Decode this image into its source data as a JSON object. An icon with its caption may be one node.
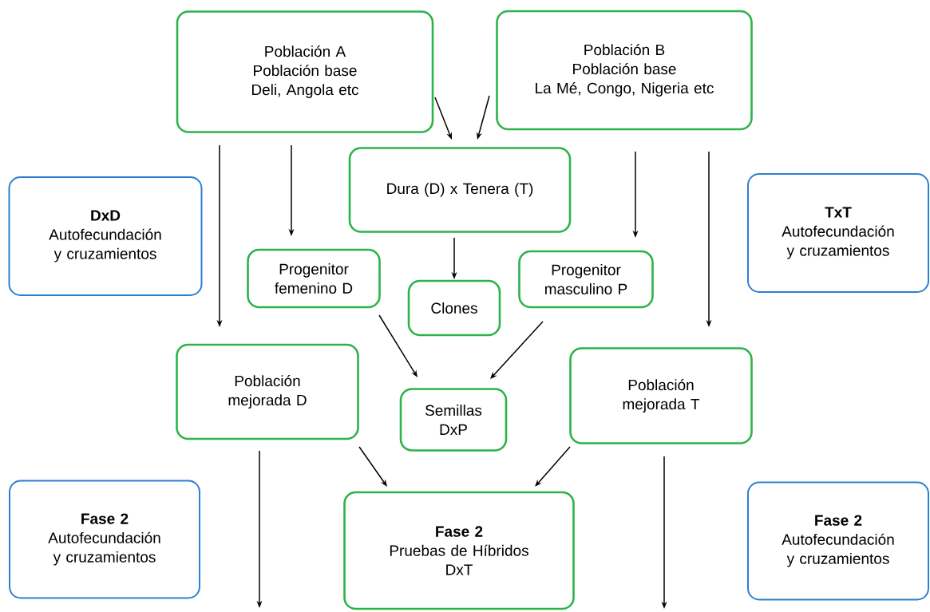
{
  "diagram": {
    "nodes": [
      {
        "text": [
          "Población A",
          "Población base",
          "Deli, Angola etc"
        ]
      },
      {
        "text": [
          "Población B",
          "Población base",
          "La Mé, Congo, Nigeria etc"
        ]
      },
      {
        "text": [
          "DxD",
          "Autofecundación y cruzamientos"
        ]
      },
      {
        "text": [
          "Dura (D) x Tenera (T)"
        ]
      },
      {
        "text": [
          "TxT",
          "Autofecundación y cruzamientos"
        ]
      },
      {
        "text": [
          "Progenitor femenino D"
        ]
      },
      {
        "text": [
          "Clones"
        ]
      },
      {
        "text": [
          "Progenitor masculino P"
        ]
      },
      {
        "text": [
          "Población mejorada D"
        ]
      },
      {
        "text": [
          "Semillas DxP"
        ]
      },
      {
        "text": [
          "Población mejorada T"
        ]
      },
      {
        "text": [
          "Fase 2",
          "Autofecundación y cruzamientos"
        ]
      },
      {
        "text": [
          "Fase 2",
          "Pruebas de Híbridos",
          "DxT"
        ]
      },
      {
        "text": [
          "Fase 2",
          "Autofecundación y cruzamientos"
        ]
      }
    ],
    "edges": [
      {
        "from": 0,
        "to": 3,
        "arrow": "to"
      },
      {
        "from": 1,
        "to": 3,
        "arrow": "to"
      },
      {
        "from": 0,
        "to": 8,
        "arrow": "to"
      },
      {
        "from": 0,
        "to": 5,
        "arrow": "to"
      },
      {
        "from": 1,
        "to": 7,
        "arrow": "to"
      },
      {
        "from": 1,
        "to": 10,
        "arrow": "to"
      },
      {
        "from": 3,
        "to": 6,
        "arrow": "to"
      },
      {
        "from": 5,
        "to": 9,
        "arrow": "to"
      },
      {
        "from": 7,
        "to": 9,
        "arrow": "to"
      },
      {
        "from": 8,
        "to": 12,
        "arrow": "to"
      },
      {
        "from": 10,
        "to": 12,
        "arrow": "to"
      },
      {
        "from": 8,
        "to": null,
        "arrow": "to"
      },
      {
        "from": 10,
        "to": null,
        "arrow": "to"
      }
    ]
  }
}
